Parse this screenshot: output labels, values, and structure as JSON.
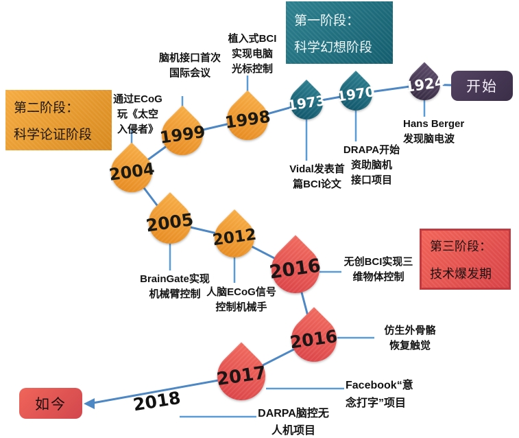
{
  "stages": {
    "one": {
      "line1": "第一阶段：",
      "line2": "科学幻想阶段"
    },
    "two": {
      "line1": "第二阶段：",
      "line2": "科学论证阶段"
    },
    "three": {
      "line1": "第三阶段：",
      "line2": "技术爆发期"
    }
  },
  "endpoints": {
    "start": "开始",
    "now": "如今"
  },
  "floating_year": "2018",
  "milestones": [
    {
      "year": "1924",
      "theme": "purple",
      "note": [
        "Hans Berger",
        "发现脑电波"
      ]
    },
    {
      "year": "1970",
      "theme": "teal",
      "note": [
        "DRAPA开始",
        "资助脑机",
        "接口项目"
      ]
    },
    {
      "year": "1973",
      "theme": "teal",
      "note": [
        "Vidal发表首",
        "篇BCI论文"
      ]
    },
    {
      "year": "1998",
      "theme": "orange",
      "note": [
        "植入式BCI",
        "实现电脑",
        "光标控制"
      ]
    },
    {
      "year": "1999",
      "theme": "orange",
      "note": [
        "脑机接口首次",
        "国际会议"
      ]
    },
    {
      "year": "2004",
      "theme": "orange",
      "note": [
        "通过ECoG",
        "玩《太空",
        "入侵者》"
      ]
    },
    {
      "year": "2005",
      "theme": "orange",
      "note": [
        "BrainGate实现",
        "机械臂控制"
      ]
    },
    {
      "year": "2012",
      "theme": "orange",
      "note": [
        "人脑ECoG信号",
        "控制机械手"
      ]
    },
    {
      "year": "2016",
      "theme": "red",
      "note": [
        "无创BCI实现三",
        "维物体控制"
      ]
    },
    {
      "year": "2016",
      "theme": "red",
      "note": [
        "仿生外骨骼",
        "恢复触觉"
      ]
    },
    {
      "year": "2017",
      "theme": "red",
      "note": [
        "Facebook“意",
        "念打字”项目"
      ]
    },
    {
      "year": "2018",
      "theme": "none",
      "note": [
        "DARPA脑控无",
        "人机项目"
      ]
    }
  ],
  "palette": {
    "teal": "#1d7383",
    "orange": "#f0a035",
    "red": "#e6555a",
    "purple": "#4a3c55",
    "line_blue": "#4d87c4",
    "text_black": "#121212"
  }
}
